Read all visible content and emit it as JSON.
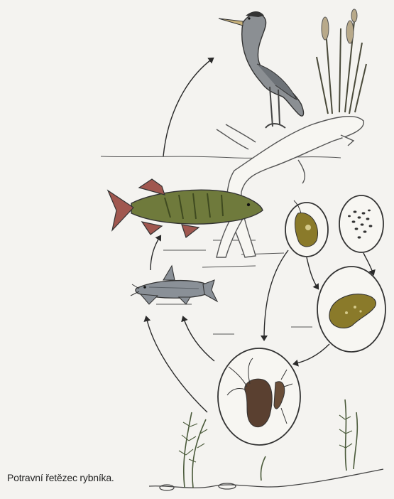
{
  "caption": "Potravní řetězec rybníka.",
  "colors": {
    "paper": "#f4f3f0",
    "ink": "#2a2a2a",
    "heron": "#7c8084",
    "pike_body": "#6f7a3c",
    "pike_fins": "#a0574f",
    "catfish": "#8a9097",
    "algae": "#8a7a2a",
    "plant": "#4a5a3a"
  },
  "organisms": [
    "heron",
    "pike",
    "catfish",
    "zooplankton",
    "euglena",
    "algae-cells",
    "amoeba",
    "water-plants",
    "reeds"
  ],
  "arrows": [
    {
      "from": "pike",
      "to": "heron"
    },
    {
      "from": "catfish",
      "to": "pike"
    },
    {
      "from": "zooplankton",
      "to": "catfish"
    },
    {
      "from": "water-plants",
      "to": "catfish"
    },
    {
      "from": "euglena",
      "to": "zooplankton"
    },
    {
      "from": "euglena",
      "to": "amoeba"
    },
    {
      "from": "algae-cells",
      "to": "amoeba"
    },
    {
      "from": "amoeba",
      "to": "zooplankton"
    }
  ]
}
